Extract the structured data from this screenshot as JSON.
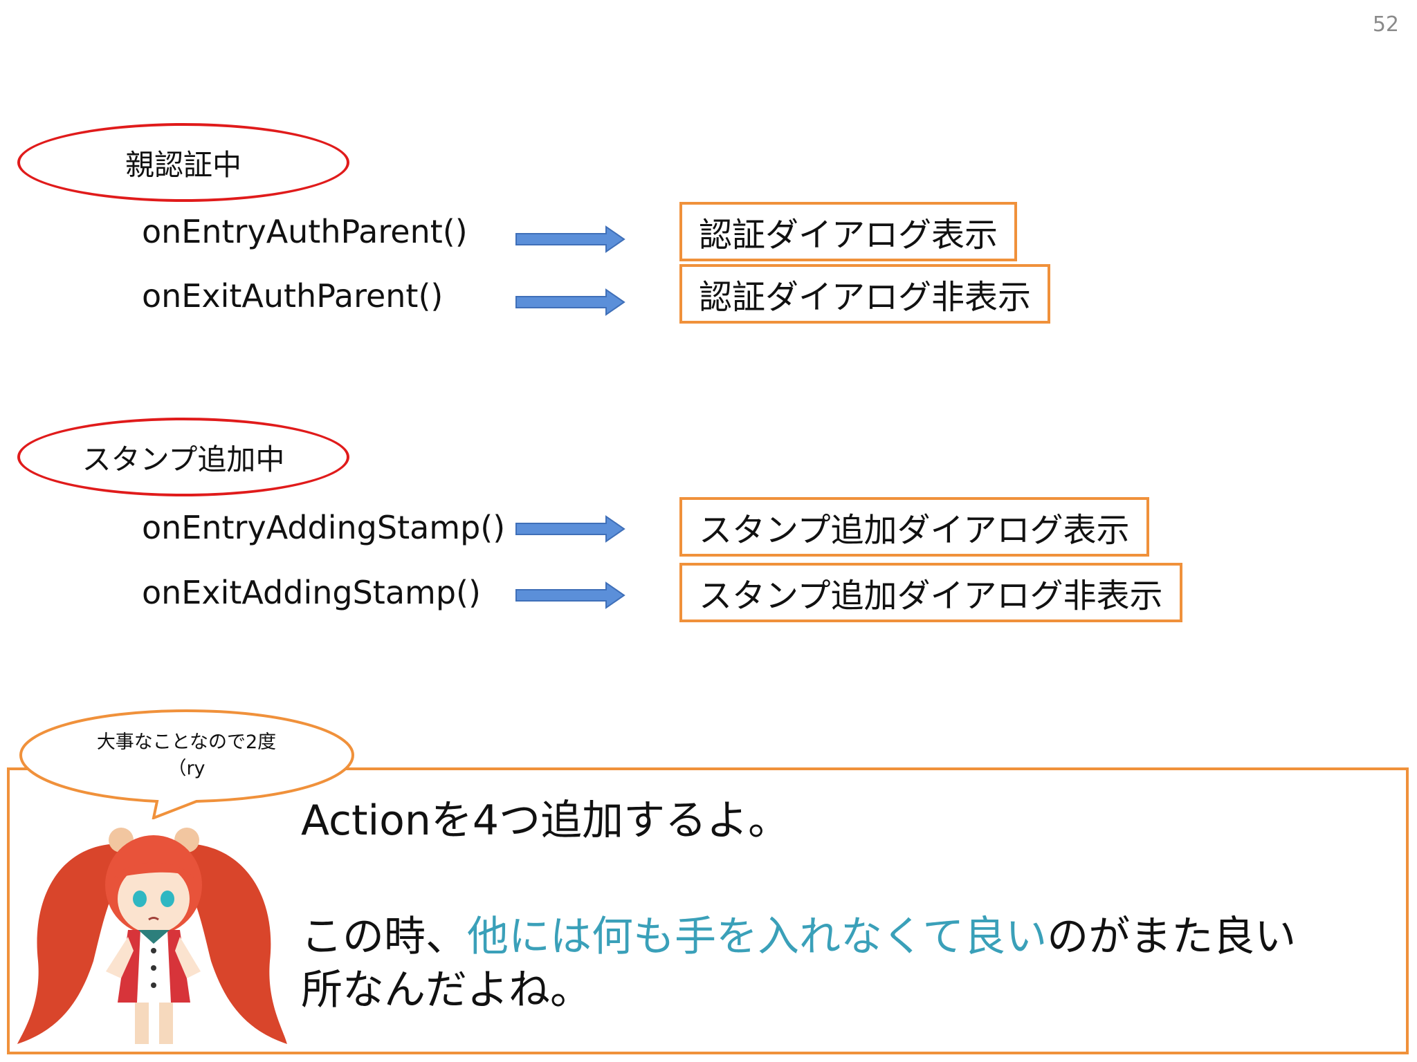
{
  "page_number": "52",
  "sections": [
    {
      "state_label": "親認証中",
      "methods": [
        {
          "name": "onEntryAuthParent()",
          "result": "認証ダイアログ表示"
        },
        {
          "name": "onExitAuthParent()",
          "result": "認証ダイアログ非表示"
        }
      ]
    },
    {
      "state_label": "スタンプ追加中",
      "methods": [
        {
          "name": "onEntryAddingStamp()",
          "result": "スタンプ追加ダイアログ表示"
        },
        {
          "name": "onExitAddingStamp()",
          "result": "スタンプ追加ダイアログ非表示"
        }
      ]
    }
  ],
  "speech": {
    "line1": "大事なことなので2度",
    "line2": "（ry"
  },
  "note": {
    "line1": "Actionを4つ追加するよ。",
    "line2_prefix": "この時、",
    "line2_highlight": "他には何も手を入れなくて良い",
    "line2_suffix": "のがまた良い",
    "line3": "所なんだよね。"
  },
  "colors": {
    "ellipse_border": "#e01b1b",
    "box_border": "#f0913b",
    "arrow_fill": "#5b8fd9",
    "highlight_text": "#3aa0b9"
  }
}
